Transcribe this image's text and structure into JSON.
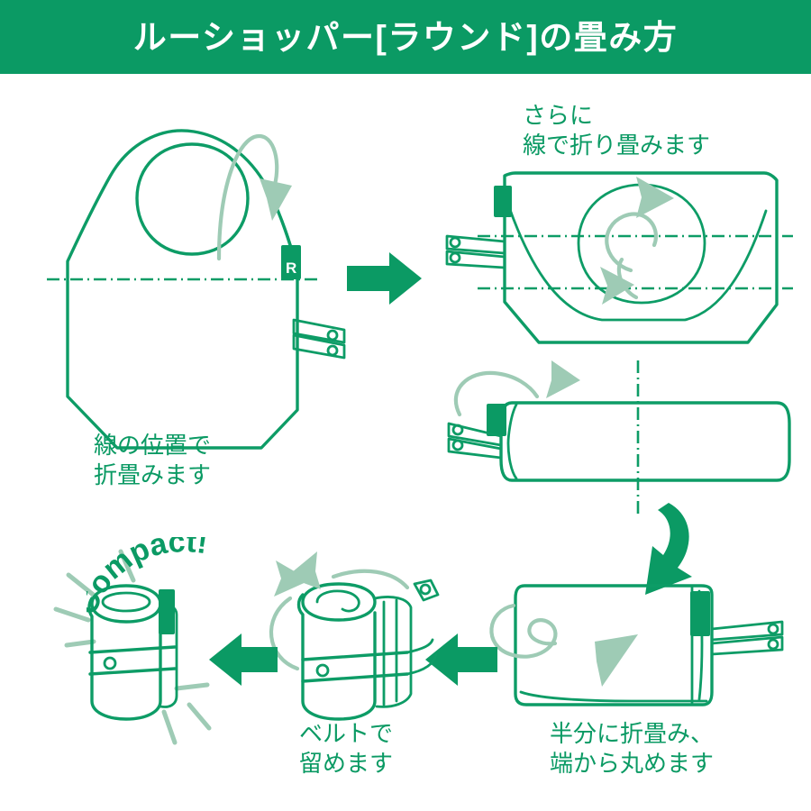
{
  "header": {
    "title": "ルーショッパー[ラウンド]の畳み方",
    "background_color": "#0b9a64",
    "text_color": "#ffffff"
  },
  "colors": {
    "brand_green": "#0b9a64",
    "line_green": "#0d9c66",
    "motion_green": "#9ecbb5",
    "background": "#ffffff"
  },
  "steps": [
    {
      "id": "step-1",
      "caption": "線の位置で\n折畳みます",
      "illustration": "tote-bag-flat-with-fold-line",
      "tag_label": "R"
    },
    {
      "id": "step-2",
      "caption": "さらに\n線で折り畳みます",
      "illustration": "bag-folded-once-with-two-fold-lines"
    },
    {
      "id": "step-3",
      "caption": "",
      "illustration": "folded-tube-with-center-fold-line"
    },
    {
      "id": "step-4",
      "caption": "半分に折畳み、\n端から丸めます",
      "illustration": "half-folded-rectangle-with-straps"
    },
    {
      "id": "step-5",
      "caption": "ベルトで\n留めます",
      "illustration": "rolled-bundle-with-belt"
    },
    {
      "id": "step-6",
      "caption": "Compact!",
      "illustration": "compact-rolled-bundle-with-sparkles"
    }
  ],
  "arrows": [
    {
      "id": "arrow-step1-to-step2",
      "direction": "right",
      "style": "solid-block"
    },
    {
      "id": "arrow-step3-to-step4",
      "direction": "down-curved",
      "style": "solid-curved"
    },
    {
      "id": "arrow-step4-to-step5",
      "direction": "left",
      "style": "solid-block"
    },
    {
      "id": "arrow-step5-to-step6",
      "direction": "left",
      "style": "solid-block"
    }
  ]
}
